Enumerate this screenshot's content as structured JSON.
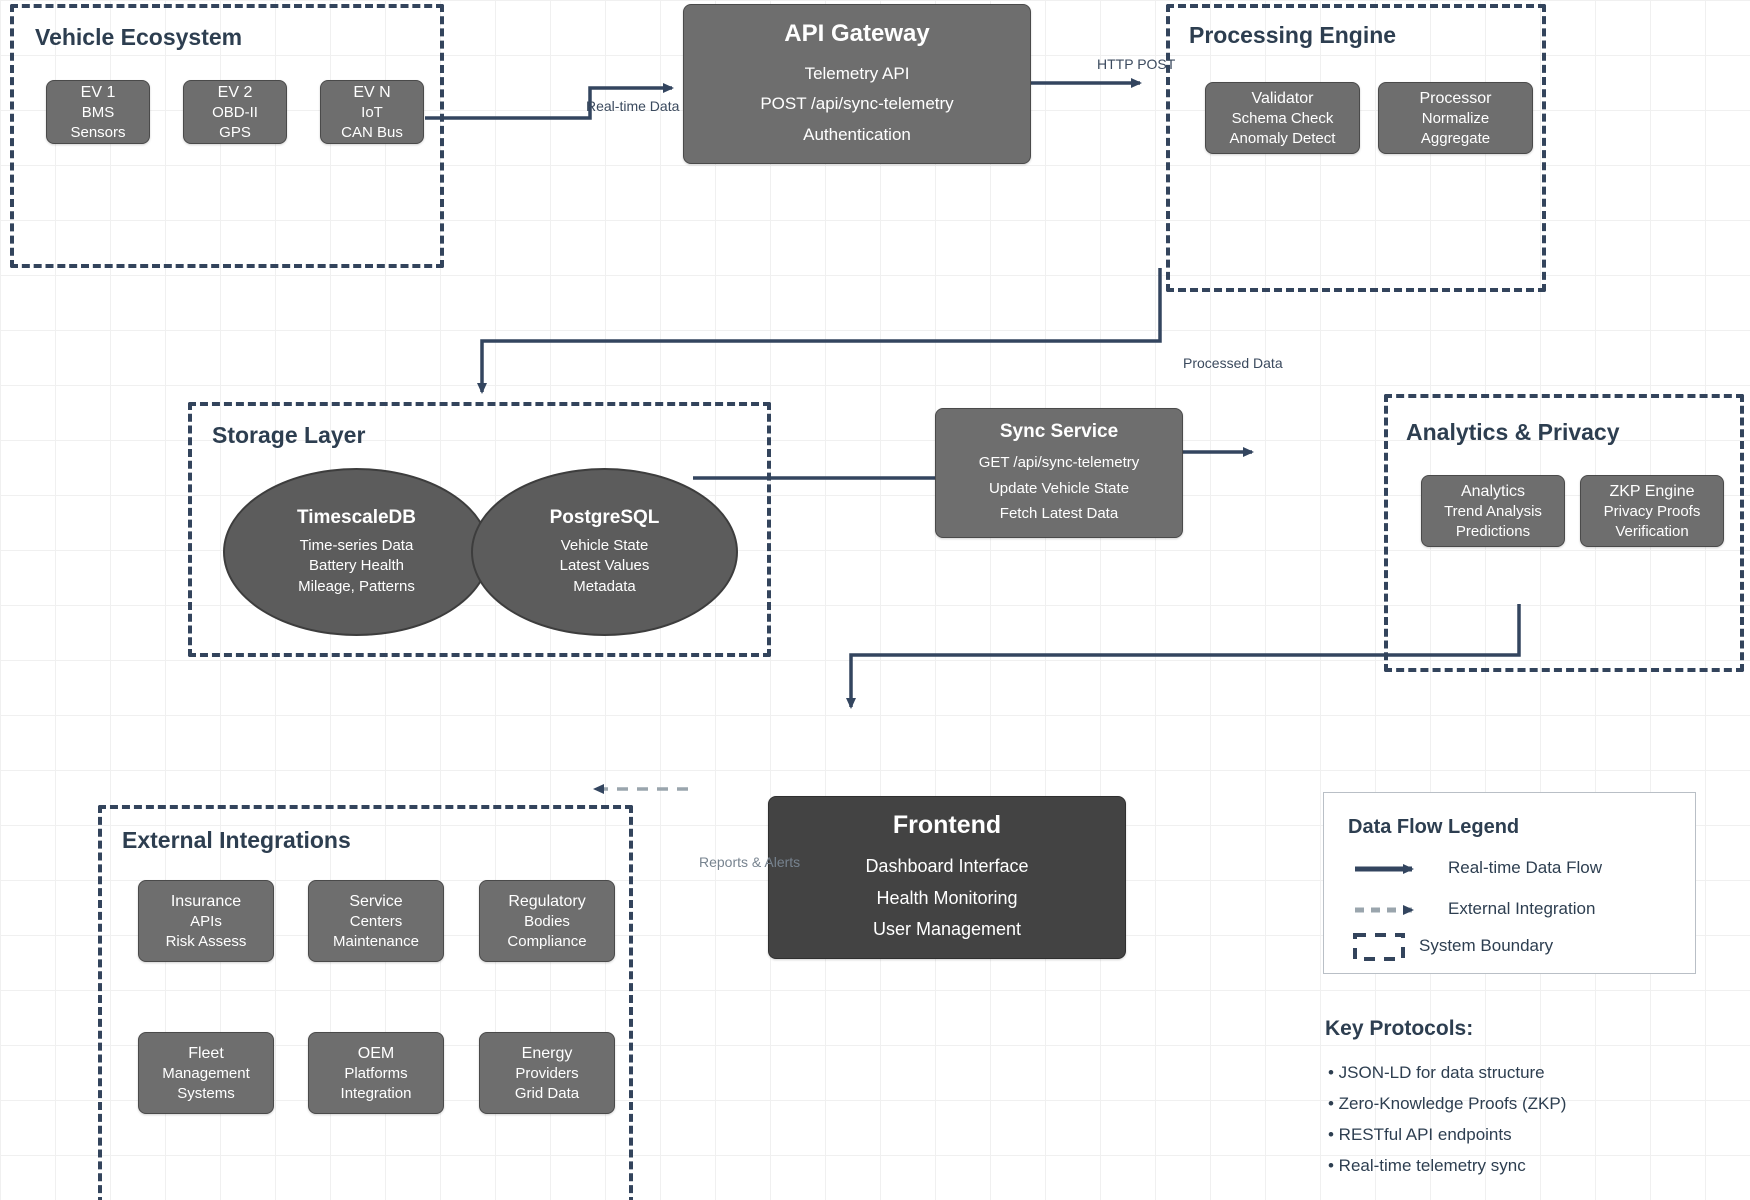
{
  "groups": {
    "vehicle_ecosystem": {
      "title": "Vehicle Ecosystem",
      "nodes": [
        {
          "title": "EV 1",
          "lines": [
            "BMS",
            "Sensors"
          ]
        },
        {
          "title": "EV 2",
          "lines": [
            "OBD-II",
            "GPS"
          ]
        },
        {
          "title": "EV N",
          "lines": [
            "IoT",
            "CAN Bus"
          ]
        }
      ]
    },
    "processing_engine": {
      "title": "Processing Engine",
      "nodes": [
        {
          "title": "Validator",
          "lines": [
            "Schema Check",
            "Anomaly Detect"
          ]
        },
        {
          "title": "Processor",
          "lines": [
            "Normalize",
            "Aggregate"
          ]
        }
      ]
    },
    "storage_layer": {
      "title": "Storage Layer",
      "databases": [
        {
          "title": "TimescaleDB",
          "lines": [
            "Time-series Data",
            "Battery Health",
            "Mileage, Patterns"
          ]
        },
        {
          "title": "PostgreSQL",
          "lines": [
            "Vehicle State",
            "Latest Values",
            "Metadata"
          ]
        }
      ]
    },
    "analytics_privacy": {
      "title": "Analytics & Privacy",
      "nodes": [
        {
          "title": "Analytics",
          "lines": [
            "Trend Analysis",
            "Predictions"
          ]
        },
        {
          "title": "ZKP Engine",
          "lines": [
            "Privacy Proofs",
            "Verification"
          ]
        }
      ]
    },
    "external_integrations": {
      "title": "External Integrations",
      "nodes": [
        {
          "title": "Insurance",
          "lines": [
            "APIs",
            "Risk Assess"
          ]
        },
        {
          "title": "Service",
          "lines": [
            "Centers",
            "Maintenance"
          ]
        },
        {
          "title": "Regulatory",
          "lines": [
            "Bodies",
            "Compliance"
          ]
        },
        {
          "title": "Fleet",
          "lines": [
            "Management",
            "Systems"
          ]
        },
        {
          "title": "OEM",
          "lines": [
            "Platforms",
            "Integration"
          ]
        },
        {
          "title": "Energy",
          "lines": [
            "Providers",
            "Grid Data"
          ]
        }
      ]
    }
  },
  "nodes": {
    "api_gateway": {
      "title": "API Gateway",
      "lines": [
        "Telemetry API",
        "POST /api/sync-telemetry",
        "Authentication"
      ]
    },
    "sync_service": {
      "title": "Sync Service",
      "lines": [
        "GET /api/sync-telemetry",
        "Update Vehicle State",
        "Fetch Latest Data"
      ]
    },
    "frontend": {
      "title": "Frontend",
      "lines": [
        "Dashboard Interface",
        "Health Monitoring",
        "User Management"
      ]
    }
  },
  "edges": {
    "realtime_data": "Real-time Data",
    "http_post": "HTTP POST",
    "processed_data": "Processed Data",
    "reports_alerts": "Reports & Alerts"
  },
  "legend": {
    "title": "Data Flow Legend",
    "items": [
      {
        "label": "Real-time Data Flow",
        "style": "solid-arrow"
      },
      {
        "label": "External Integration",
        "style": "dashed-arrow"
      },
      {
        "label": "System Boundary",
        "style": "dashed-box"
      }
    ]
  },
  "protocols": {
    "title": "Key Protocols:",
    "items": [
      "• JSON-LD for data structure",
      "• Zero-Knowledge Proofs (ZKP)",
      "• RESTful API endpoints",
      "• Real-time telemetry sync"
    ]
  },
  "colors": {
    "boundary": "#33445c",
    "node_fill": "#6e6e6e",
    "node_dark_fill": "#434343",
    "db_fill": "#5c5c5c",
    "wire": "#33455f",
    "dashed_wire": "#9aa5ad"
  }
}
